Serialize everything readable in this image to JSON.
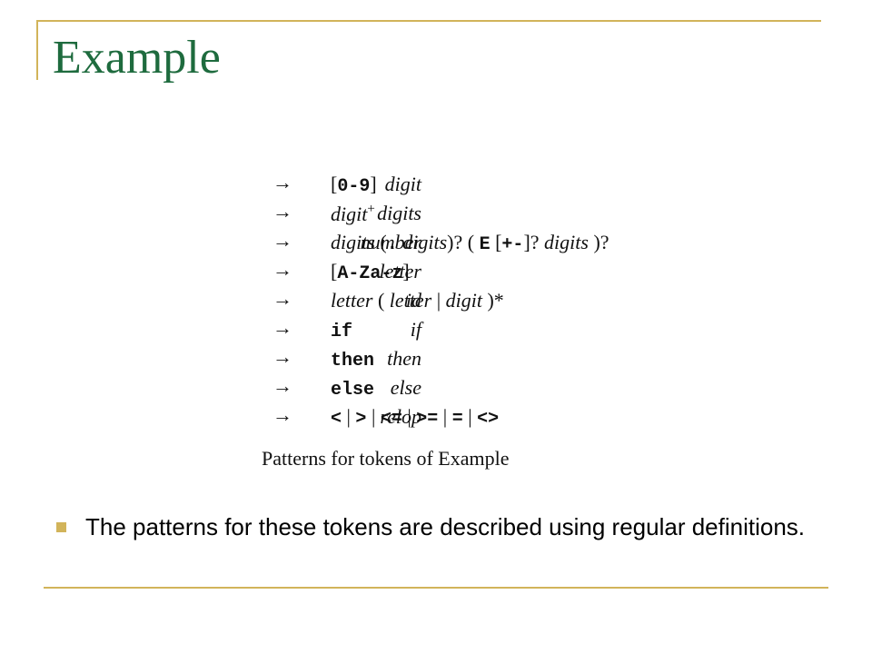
{
  "slide": {
    "title": "Example"
  },
  "definitions": [
    {
      "name": "digit",
      "arrow": "→",
      "rhs": [
        {
          "t": "[",
          "s": "plain"
        },
        {
          "t": "0-9",
          "s": "mono"
        },
        {
          "t": "]",
          "s": "plain"
        }
      ]
    },
    {
      "name": "digits",
      "arrow": "→",
      "rhs": [
        {
          "t": "digit",
          "s": "it"
        },
        {
          "t": "+",
          "s": "sup"
        }
      ]
    },
    {
      "name": "number",
      "arrow": "→",
      "rhs": [
        {
          "t": "digits",
          "s": "it"
        },
        {
          "t": " (",
          "s": "plain"
        },
        {
          "t": ".",
          "s": "mono"
        },
        {
          "t": " digits",
          "s": "it"
        },
        {
          "t": ")? ( ",
          "s": "plain"
        },
        {
          "t": "E",
          "s": "mono"
        },
        {
          "t": " [",
          "s": "plain"
        },
        {
          "t": "+-",
          "s": "mono"
        },
        {
          "t": "]? ",
          "s": "plain"
        },
        {
          "t": "digits",
          "s": "it"
        },
        {
          "t": " )?",
          "s": "plain"
        }
      ]
    },
    {
      "name": "letter",
      "arrow": "→",
      "rhs": [
        {
          "t": "[",
          "s": "plain"
        },
        {
          "t": "A-Za-z",
          "s": "mono"
        },
        {
          "t": "]",
          "s": "plain"
        }
      ]
    },
    {
      "name": "id",
      "arrow": "→",
      "rhs": [
        {
          "t": "letter",
          "s": "it"
        },
        {
          "t": " ( ",
          "s": "plain"
        },
        {
          "t": "letter",
          "s": "it"
        },
        {
          "t": " | ",
          "s": "plain"
        },
        {
          "t": "digit",
          "s": "it"
        },
        {
          "t": " )*",
          "s": "plain"
        }
      ]
    },
    {
      "name": "if",
      "arrow": "→",
      "rhs": [
        {
          "t": "if",
          "s": "mono"
        }
      ]
    },
    {
      "name": "then",
      "arrow": "→",
      "rhs": [
        {
          "t": "then",
          "s": "mono"
        }
      ]
    },
    {
      "name": "else",
      "arrow": "→",
      "rhs": [
        {
          "t": "else",
          "s": "mono"
        }
      ]
    },
    {
      "name": "relop",
      "arrow": "→",
      "rhs": [
        {
          "t": "<",
          "s": "mono"
        },
        {
          "t": " | ",
          "s": "plain"
        },
        {
          "t": ">",
          "s": "mono"
        },
        {
          "t": " | ",
          "s": "plain"
        },
        {
          "t": "<=",
          "s": "mono"
        },
        {
          "t": " | ",
          "s": "plain"
        },
        {
          "t": ">=",
          "s": "mono"
        },
        {
          "t": " | ",
          "s": "plain"
        },
        {
          "t": "=",
          "s": "mono"
        },
        {
          "t": " | ",
          "s": "plain"
        },
        {
          "t": "<>",
          "s": "mono"
        }
      ]
    }
  ],
  "figure": {
    "caption": "Patterns for tokens of Example"
  },
  "bullets": [
    {
      "text": "The patterns for these tokens are described using regular definitions."
    }
  ],
  "colors": {
    "title": "#1e6b3e",
    "accent": "#d2b45a"
  }
}
